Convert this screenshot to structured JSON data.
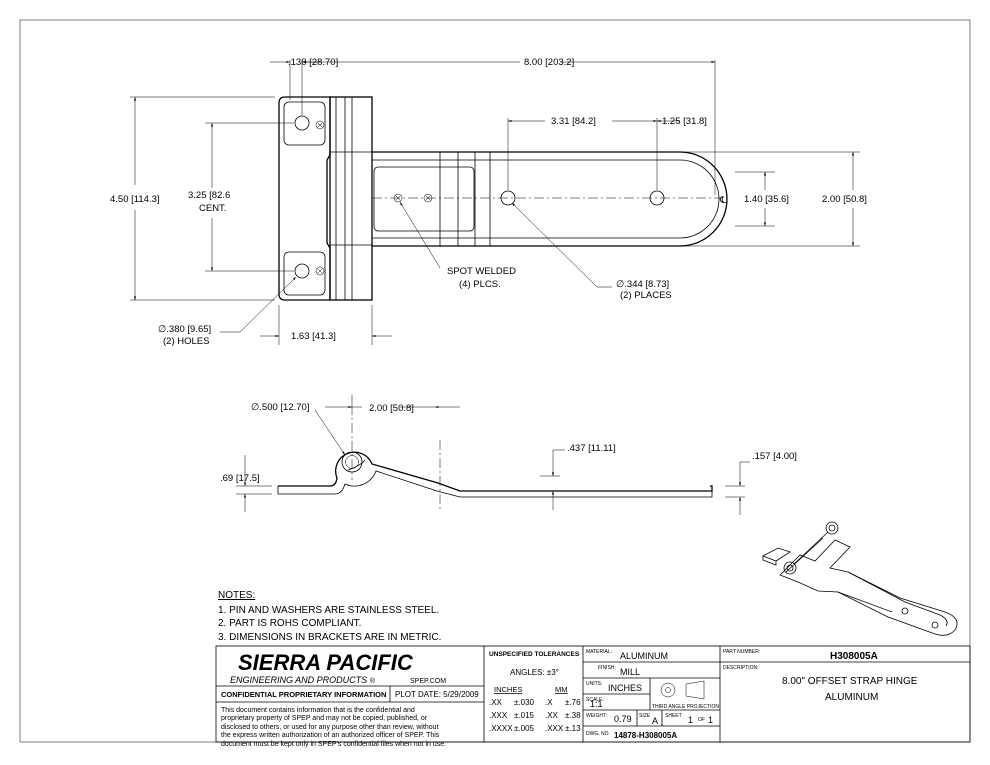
{
  "top_view": {
    "dims": {
      "d_130": ".130",
      "d_130_mm": "28.70",
      "d_800": "8.00",
      "d_800_mm": "203.2",
      "d_331": "3.31",
      "d_331_mm": "84.2",
      "d_125": "1.25",
      "d_125_mm": "31.8",
      "d_450": "4.50",
      "d_450_mm": "114.3",
      "d_325": "3.25",
      "d_325_mm": "82.6",
      "d_325_note": "CENT.",
      "d_140": "1.40",
      "d_140_mm": "35.6",
      "d_200": "2.00",
      "d_200_mm": "50.8",
      "d_163": "1.63",
      "d_163_mm": "41.3",
      "hole_380": "∅.380",
      "hole_380_mm": "9.65",
      "hole_380_note": "(2) HOLES",
      "hole_344": "∅.344",
      "hole_344_mm": "8.73",
      "hole_344_note": "(2) PLACES"
    },
    "centerline": "℄",
    "spot_welded": "SPOT WELDED",
    "spot_welded_note": "(4) PLCS."
  },
  "side_view": {
    "dims": {
      "d_500": "∅.500",
      "d_500_mm": "12.70",
      "d_200": "2.00",
      "d_200_mm": "50.8",
      "d_437": ".437",
      "d_437_mm": "11.11",
      "d_157": ".157",
      "d_157_mm": "4.00",
      "d_69": ".69",
      "d_69_mm": "17.5"
    }
  },
  "notes": {
    "title": "NOTES:",
    "items": [
      "1.  PIN AND WASHERS ARE STAINLESS STEEL.",
      "2.  PART IS ROHS COMPLIANT.",
      "3.  DIMENSIONS IN BRACKETS ARE IN METRIC."
    ]
  },
  "title_block": {
    "company": "SIERRA PACIFIC",
    "company_sub": "ENGINEERING AND PRODUCTS",
    "registered": "®",
    "website": "SPEP.COM",
    "confidential": "CONFIDENTIAL PROPRIETARY INFORMATION",
    "plot_date": "PLOT DATE: 5/29/2009",
    "disclaimer": [
      "This document contains information that is the confidential and",
      "proprietary property of SPEP and may not be copied, published, or",
      "disclosed to others, or used for any purpose  other than review, without",
      "the express written authorization of an authorized officer of SPEP. This",
      "document must be kept only in SPEP's confidential files when not in use."
    ],
    "tolerances_title": "UNSPECIFIED TOLERANCES",
    "angles": "ANGLES: ±3°",
    "inches_header": "INCHES",
    "mm_header": "MM",
    "tol_rows": [
      {
        "in_fmt": ".XX",
        "in_tol": "±.030",
        "mm_fmt": ".X",
        "mm_tol": "±.76"
      },
      {
        "in_fmt": ".XXX",
        "in_tol": "±.015",
        "mm_fmt": ".XX",
        "mm_tol": "±.38"
      },
      {
        "in_fmt": ".XXXX",
        "in_tol": "±.005",
        "mm_fmt": ".XXX",
        "mm_tol": "±.13"
      }
    ],
    "material_label": "MATERIAL:",
    "material": "ALUMINUM",
    "finish_label": "FINISH:",
    "finish": "MILL",
    "units_label": "UNITS:",
    "units": "INCHES",
    "scale_label": "SCALE:",
    "scale": "1:1",
    "projection_label": "THIRD ANGLE PROJECTION",
    "weight_label": "WEIGHT:",
    "weight": "0.79",
    "size_label": "SIZE",
    "size": "A",
    "sheet_label": "SHEET",
    "sheet": "1",
    "of_label": "OF",
    "sheet_total": "1",
    "dwg_label": "DWG. NO.",
    "dwg_no": "14878-H308005A",
    "part_label": "PART NUMBER:",
    "part_number": "H308005A",
    "desc_label": "DESCRIPTION:",
    "desc_line1": "8.00\" OFFSET STRAP HINGE",
    "desc_line2": "ALUMINUM"
  }
}
